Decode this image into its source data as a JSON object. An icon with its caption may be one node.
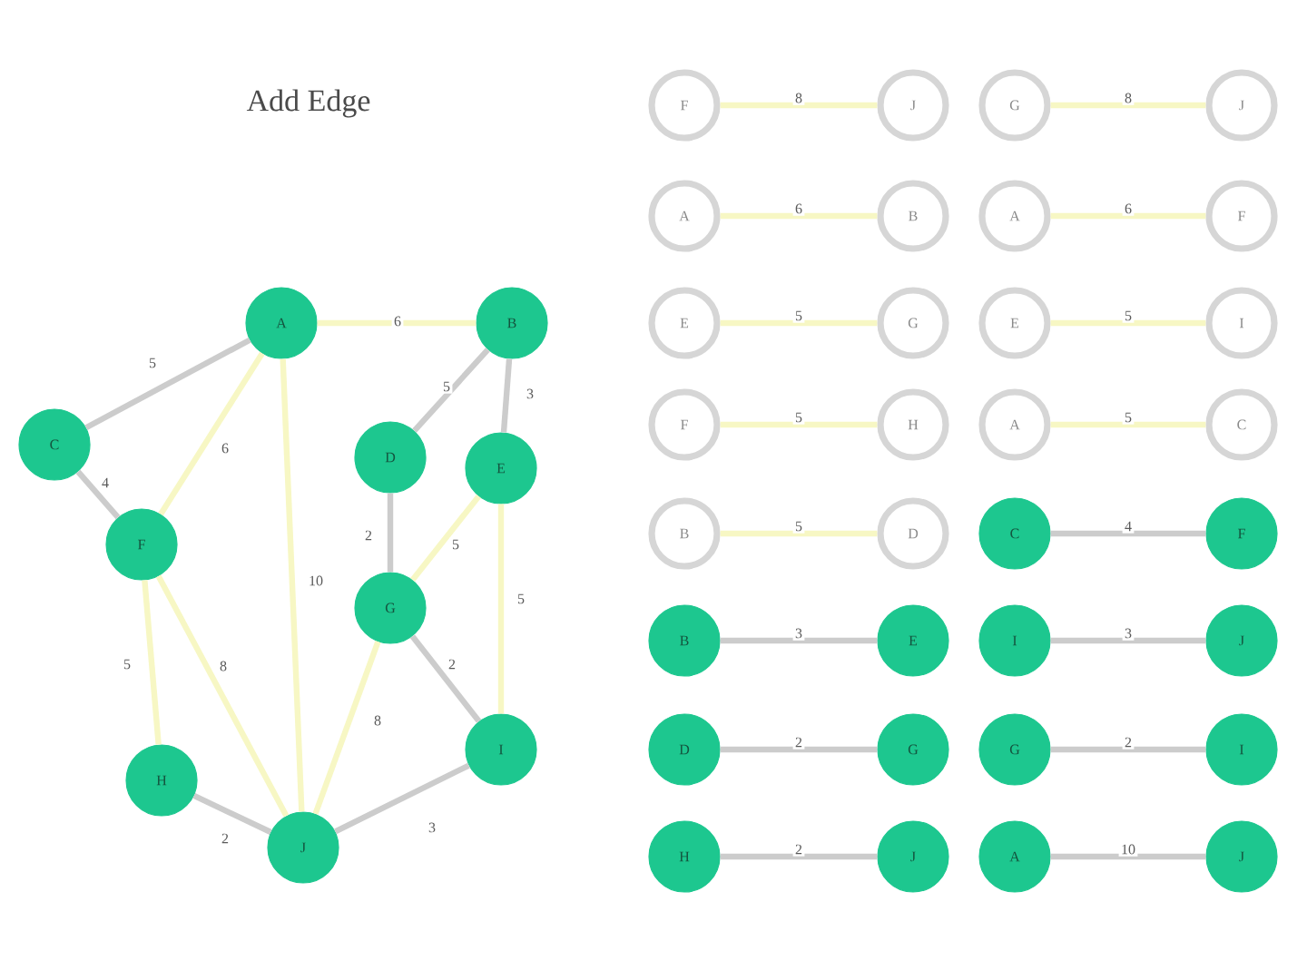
{
  "diagram": {
    "title": "Add Edge",
    "nodes": [
      {
        "text": [
          "A"
        ]
      },
      {
        "text": [
          "B"
        ]
      },
      {
        "text": [
          "C"
        ]
      },
      {
        "text": [
          "D"
        ]
      },
      {
        "text": [
          "E"
        ]
      },
      {
        "text": [
          "F"
        ]
      },
      {
        "text": [
          "G"
        ]
      },
      {
        "text": [
          "H"
        ]
      },
      {
        "text": [
          "I"
        ]
      },
      {
        "text": [
          "J"
        ]
      },
      {
        "text": [
          "F"
        ]
      },
      {
        "text": [
          "J"
        ]
      },
      {
        "text": [
          "G"
        ]
      },
      {
        "text": [
          "J"
        ]
      },
      {
        "text": [
          "A"
        ]
      },
      {
        "text": [
          "B"
        ]
      },
      {
        "text": [
          "A"
        ]
      },
      {
        "text": [
          "F"
        ]
      },
      {
        "text": [
          "E"
        ]
      },
      {
        "text": [
          "G"
        ]
      },
      {
        "text": [
          "E"
        ]
      },
      {
        "text": [
          "I"
        ]
      },
      {
        "text": [
          "F"
        ]
      },
      {
        "text": [
          "H"
        ]
      },
      {
        "text": [
          "A"
        ]
      },
      {
        "text": [
          "C"
        ]
      },
      {
        "text": [
          "B"
        ]
      },
      {
        "text": [
          "D"
        ]
      },
      {
        "text": [
          "C"
        ]
      },
      {
        "text": [
          "F"
        ]
      },
      {
        "text": [
          "B"
        ]
      },
      {
        "text": [
          "E"
        ]
      },
      {
        "text": [
          "I"
        ]
      },
      {
        "text": [
          "J"
        ]
      },
      {
        "text": [
          "D"
        ]
      },
      {
        "text": [
          "G"
        ]
      },
      {
        "text": [
          "G"
        ]
      },
      {
        "text": [
          "I"
        ]
      },
      {
        "text": [
          "H"
        ]
      },
      {
        "text": [
          "J"
        ]
      },
      {
        "text": [
          "A"
        ]
      },
      {
        "text": [
          "J"
        ]
      }
    ],
    "edges": [
      {
        "from": 0,
        "to": 1,
        "arrow": "none",
        "label": "6"
      },
      {
        "from": 0,
        "to": 2,
        "arrow": "none",
        "label": "5",
        "color": "#cccccc"
      },
      {
        "from": 1,
        "to": 3,
        "arrow": "none",
        "label": "5",
        "color": "#cccccc"
      },
      {
        "from": 1,
        "to": 4,
        "arrow": "none",
        "label": "3",
        "color": "#cccccc"
      },
      {
        "from": 0,
        "to": 5,
        "arrow": "none",
        "label": "6"
      },
      {
        "from": 0,
        "to": 9,
        "arrow": "none",
        "label": "10"
      },
      {
        "from": 2,
        "to": 5,
        "arrow": "none",
        "label": "4",
        "color": "#cccccc"
      },
      {
        "from": 3,
        "to": 6,
        "arrow": "none",
        "label": "2",
        "color": "#cccccc"
      },
      {
        "from": 4,
        "to": 6,
        "arrow": "none",
        "label": "5"
      },
      {
        "from": 4,
        "to": 8,
        "arrow": "none",
        "label": "5"
      },
      {
        "from": 5,
        "to": 7,
        "arrow": "none",
        "label": "5"
      },
      {
        "from": 5,
        "to": 9,
        "arrow": "none",
        "label": "8"
      },
      {
        "from": 6,
        "to": 9,
        "arrow": "none",
        "label": "8"
      },
      {
        "from": 6,
        "to": 8,
        "arrow": "none",
        "label": "2",
        "color": "#cccccc"
      },
      {
        "from": 7,
        "to": 9,
        "arrow": "none",
        "label": "2",
        "color": "#cccccc"
      },
      {
        "from": 9,
        "to": 8,
        "arrow": "none",
        "label": "3",
        "color": "#cccccc"
      },
      {
        "from": 10,
        "to": 11,
        "arrow": "none",
        "label": "8"
      },
      {
        "from": 12,
        "to": 13,
        "arrow": "none",
        "label": "8"
      },
      {
        "from": 14,
        "to": 15,
        "arrow": "none",
        "label": "6"
      },
      {
        "from": 16,
        "to": 17,
        "arrow": "none",
        "label": "6"
      },
      {
        "from": 18,
        "to": 19,
        "arrow": "none",
        "label": "5"
      },
      {
        "from": 20,
        "to": 21,
        "arrow": "none",
        "label": "5"
      },
      {
        "from": 22,
        "to": 23,
        "arrow": "none",
        "label": "5"
      },
      {
        "from": 24,
        "to": 25,
        "arrow": "none",
        "label": "5"
      },
      {
        "from": 26,
        "to": 27,
        "arrow": "none",
        "label": "5"
      },
      {
        "from": 28,
        "to": 29,
        "arrow": "none",
        "label": "4",
        "color": "#cccccc"
      },
      {
        "from": 30,
        "to": 31,
        "arrow": "none",
        "label": "3",
        "color": "#cccccc"
      },
      {
        "from": 32,
        "to": 33,
        "arrow": "none",
        "label": "3",
        "color": "#cccccc"
      },
      {
        "from": 34,
        "to": 35,
        "arrow": "none",
        "label": "2",
        "color": "#cccccc"
      },
      {
        "from": 36,
        "to": 37,
        "arrow": "none",
        "label": "2",
        "color": "#cccccc"
      },
      {
        "from": 38,
        "to": 39,
        "arrow": "none",
        "label": "2",
        "color": "#cccccc"
      },
      {
        "from": 40,
        "to": 41,
        "arrow": "none",
        "label": "10",
        "color": "#cccccc"
      }
    ]
  }
}
